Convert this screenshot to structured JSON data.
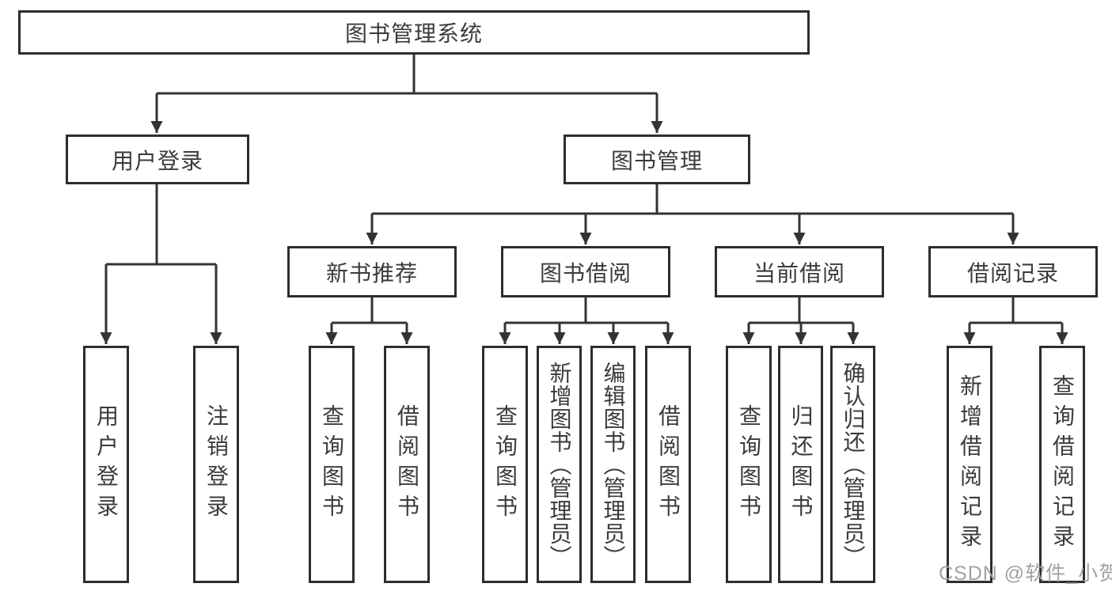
{
  "tree": {
    "root_label": "图书管理系统",
    "user_login": {
      "label": "用户登录",
      "children": [
        "用户登录",
        "注销登录"
      ]
    },
    "book_mgmt": {
      "label": "图书管理"
    },
    "new_books": {
      "label": "新书推荐",
      "children": [
        "查询图书",
        "借阅图书"
      ]
    },
    "book_borrow": {
      "label": "图书借阅",
      "children": [
        "查询图书",
        "新增图书（管理员）",
        "编辑图书（管理员）",
        "借阅图书"
      ]
    },
    "current_borrow": {
      "label": "当前借阅",
      "children": [
        "查询图书",
        "归还图书",
        "确认归还（管理员）"
      ]
    },
    "borrow_records": {
      "label": "借阅记录",
      "children": [
        "新增借阅记录",
        "查询借阅记录"
      ]
    }
  },
  "watermark": "CSDN @软件_小贺同学",
  "colors": {
    "line": "#333333",
    "border": "#2d2d2d",
    "text": "#3b3b3b",
    "watermark": "#a2a2a2",
    "background": "#ffffff"
  }
}
